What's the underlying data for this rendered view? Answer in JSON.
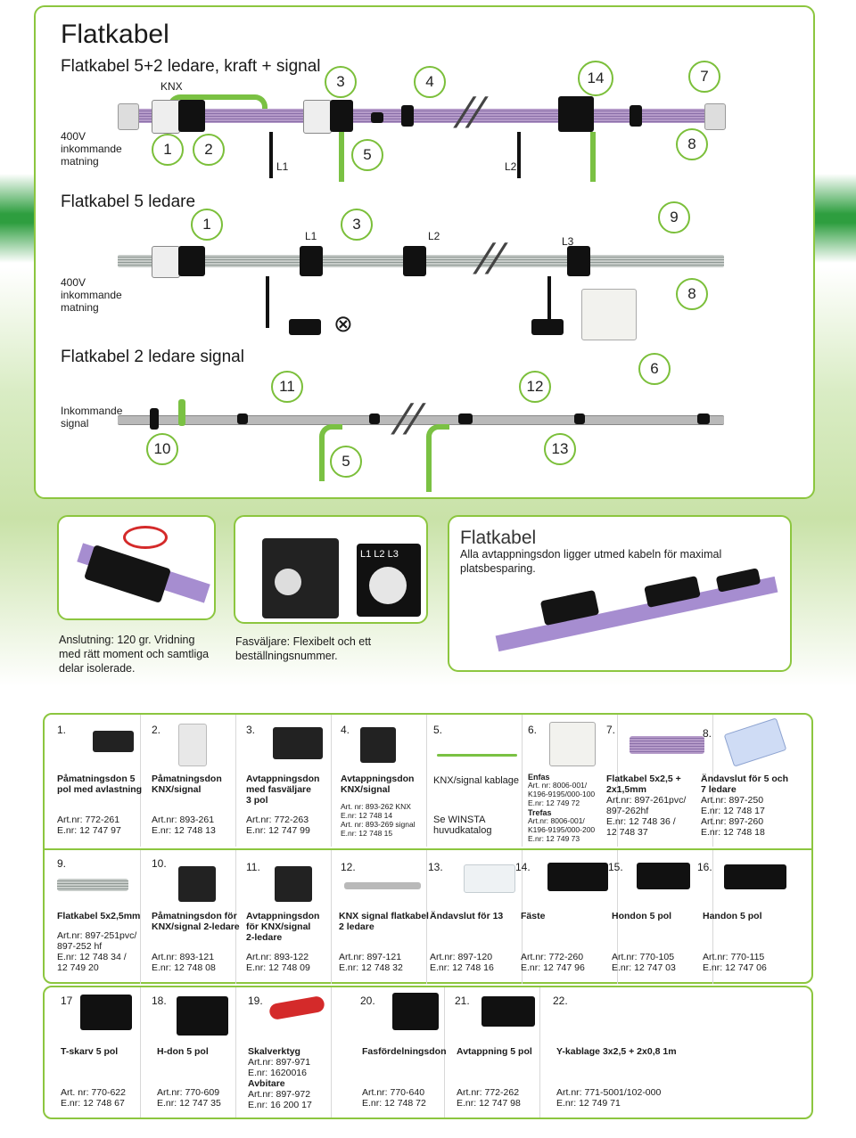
{
  "top": {
    "title": "Flatkabel",
    "sub1": "Flatkabel 5+2 ledare, kraft + signal",
    "knx": "KNX",
    "left1": [
      "400V",
      "inkommande",
      "matning"
    ],
    "L1": "L1",
    "L2": "L2",
    "sub2": "Flatkabel 5 ledare",
    "left2": [
      "400V",
      "inkommande",
      "matning"
    ],
    "L1b": "L1",
    "L2b": "L2",
    "L3b": "L3",
    "sub3": "Flatkabel 2 ledare signal",
    "left3": [
      "Inkommande",
      "signal"
    ],
    "nums": {
      "a1": "1",
      "a2": "2",
      "a3": "3",
      "a4": "4",
      "a5": "5",
      "a14": "14",
      "a7": "7",
      "a8": "8",
      "b1": "1",
      "b3": "3",
      "b9": "9",
      "b8": "8",
      "c11": "11",
      "c12": "12",
      "c6": "6",
      "c10": "10",
      "c5": "5",
      "c13": "13"
    }
  },
  "mid": {
    "title": "Flatkabel",
    "desc": [
      "Alla avtappningsdon ligger utmed kabeln för maximal",
      "platsbesparing."
    ],
    "cap1": [
      "Anslutning: 120 gr. Vridning",
      "med rätt moment och samtliga",
      "delar isolerade."
    ],
    "cap2": [
      "Fasväljare: Flexibelt och ett",
      "beställningsnummer."
    ],
    "label": "L1 L2 L3"
  },
  "row1": [
    {
      "num": "1.",
      "title": [
        "Påmatningsdon 5",
        "pol med avlastning"
      ],
      "info": [
        "Art.nr: 772-261",
        "E.nr: 12 747 97"
      ]
    },
    {
      "num": "2.",
      "title": [
        "Påmatningsdon",
        "KNX/signal"
      ],
      "info": [
        "Art.nr: 893-261",
        "E.nr: 12 748 13"
      ]
    },
    {
      "num": "3.",
      "title": [
        "Avtappningsdon",
        "med fasväljare",
        "3 pol"
      ],
      "info": [
        "Art.nr: 772-263",
        "E.nr: 12 747 99"
      ]
    },
    {
      "num": "4.",
      "title": [
        "Avtappningsdon",
        "KNX/signal"
      ],
      "info": [
        "Art. nr: 893-262 KNX",
        "E.nr: 12 748 14",
        "Art. nr: 893-269 signal",
        "E.nr: 12 748 15"
      ]
    },
    {
      "num": "5.",
      "title": [
        "KNX/signal kablage"
      ],
      "info": [
        "Se WINSTA",
        "huvudkatalog"
      ]
    },
    {
      "num": "6.",
      "title": [
        "Enfas"
      ],
      "info": [
        "Art. nr: 8006-001/",
        "K196-9195/000-100",
        "E.nr: 12 749 72"
      ],
      "title2": "Trefas",
      "info2": [
        "Art.nr: 8006-001/",
        "K196-9195/000-200",
        "E.nr: 12 749 73"
      ]
    },
    {
      "num": "7.",
      "title": [
        "Flatkabel 5x2,5 +",
        "2x1,5mm"
      ],
      "info": [
        "Art.nr: 897-261pvc/",
        "897-262hf",
        "E.nr: 12 748 36 /",
        "12 748 37"
      ]
    },
    {
      "num": "8.",
      "title": [
        "Ändavslut för 5 och",
        "7 ledare"
      ],
      "info": [
        "Art.nr: 897-250",
        "E.nr: 12 748 17",
        "Art.nr: 897-260",
        "E.nr: 12 748 18"
      ]
    }
  ],
  "row2": [
    {
      "num": "9.",
      "title": [
        "Flatkabel 5x2,5mm"
      ],
      "info": [
        "Art.nr: 897-251pvc/",
        "897-252 hf",
        "E.nr: 12 748 34 /",
        "12 749 20"
      ]
    },
    {
      "num": "10.",
      "title": [
        "Påmatningsdon för",
        "KNX/signal 2-ledare"
      ],
      "info": [
        "Art.nr: 893-121",
        "E.nr: 12 748 08"
      ]
    },
    {
      "num": "11.",
      "title": [
        "Avtappningsdon",
        "för KNX/signal",
        "2-ledare"
      ],
      "info": [
        "Art.nr: 893-122",
        "E.nr: 12 748 09"
      ]
    },
    {
      "num": "12.",
      "title": [
        "KNX signal flatkabel",
        "2 ledare"
      ],
      "info": [
        "Art.nr: 897-121",
        "E.nr: 12 748 32"
      ]
    },
    {
      "num": "13.",
      "title": [
        "Ändavslut för 13"
      ],
      "info": [
        "Art.nr: 897-120",
        "E.nr: 12 748 16"
      ]
    },
    {
      "num": "14.",
      "title": [
        "Fäste"
      ],
      "info": [
        "Art.nr: 772-260",
        "E.nr: 12 747 96"
      ]
    },
    {
      "num": "15.",
      "title": [
        "Hondon 5 pol"
      ],
      "info": [
        "Art.nr: 770-105",
        "E.nr: 12 747 03"
      ]
    },
    {
      "num": "16.",
      "title": [
        "Handon 5 pol"
      ],
      "info": [
        "Art.nr: 770-115",
        "E.nr: 12 747 06"
      ]
    }
  ],
  "row3": [
    {
      "num": "17",
      "title": [
        "T-skarv 5 pol"
      ],
      "info": [
        "Art. nr: 770-622",
        "E.nr: 12 748 67"
      ]
    },
    {
      "num": "18.",
      "title": [
        "H-don 5 pol"
      ],
      "info": [
        "Art.nr: 770-609",
        "E.nr: 12 747 35"
      ]
    },
    {
      "num": "19.",
      "title": [
        "Skalverktyg"
      ],
      "info": [
        "Art.nr: 897-971",
        "E.nr: 1620016"
      ],
      "title2": "Avbitare",
      "info2": [
        "Art.nr: 897-972",
        "E.nr: 16 200 17"
      ]
    },
    {
      "num": "20.",
      "title": [
        "Fasfördelningsdon"
      ],
      "info": [
        "Art.nr: 770-640",
        "E.nr: 12 748 72"
      ]
    },
    {
      "num": "21.",
      "title": [
        "Avtappning 5 pol"
      ],
      "info": [
        "Art.nr: 772-262",
        "E.nr: 12 747 98"
      ]
    },
    {
      "num": "22.",
      "title": [
        "Y-kablage 3x2,5 + 2x0,8 1m"
      ],
      "info": [
        "Art.nr: 771-5001/102-000",
        "E.nr: 12 749 71"
      ]
    }
  ]
}
